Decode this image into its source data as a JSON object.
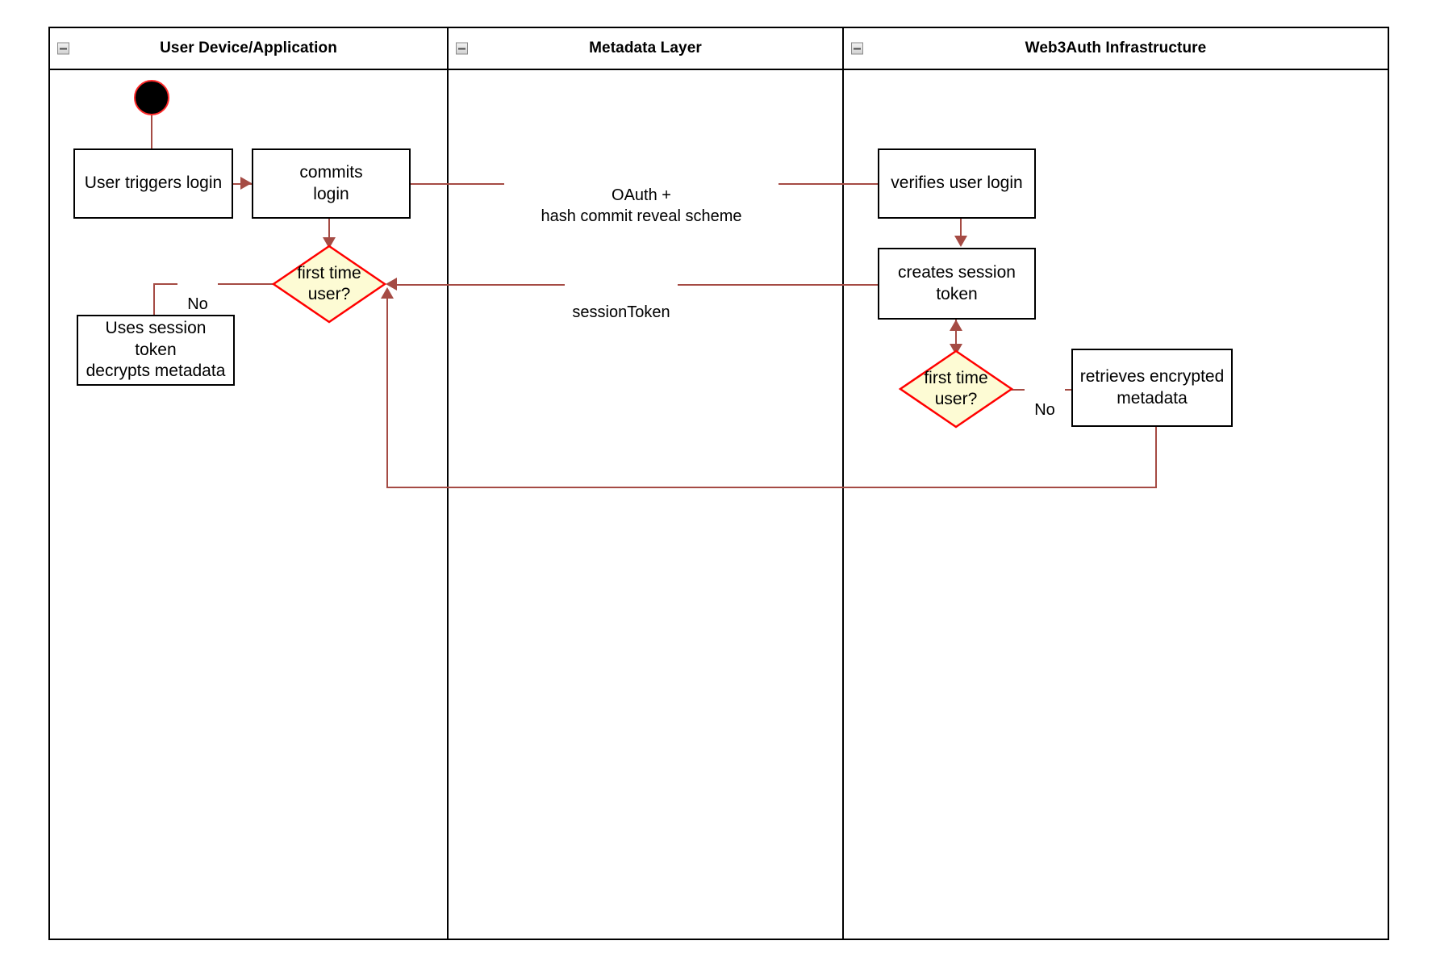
{
  "diagram": {
    "type": "uml-activity-swimlane",
    "title": "Web3Auth login activity diagram",
    "colors": {
      "lane_border": "#000000",
      "node_border": "#000000",
      "node_fill": "#ffffff",
      "decision_border": "#ff0000",
      "decision_fill": "#fdfbd4",
      "connector": "#a54b44",
      "start_node_fill": "#000000",
      "start_node_border": "#ff2a2a",
      "text": "#000000"
    },
    "lanes": [
      {
        "id": "user-device",
        "label": "User Device/Application",
        "collapse_icon": "collapse-minus-icon"
      },
      {
        "id": "metadata-layer",
        "label": "Metadata Layer",
        "collapse_icon": "collapse-minus-icon"
      },
      {
        "id": "web3auth",
        "label": "Web3Auth Infrastructure",
        "collapse_icon": "collapse-minus-icon"
      }
    ],
    "nodes": {
      "start": {
        "shape": "initial-node",
        "label": ""
      },
      "user_triggers_login": {
        "shape": "action",
        "label": "User triggers login",
        "lane": "user-device"
      },
      "commits_login": {
        "shape": "action",
        "label": "commits\nlogin",
        "lane": "user-device"
      },
      "first_time_user_client": {
        "shape": "decision",
        "label": "first time\nuser?",
        "lane": "user-device"
      },
      "uses_session_token": {
        "shape": "action",
        "label": "Uses session\ntoken\ndecrypts metadata",
        "lane": "user-device"
      },
      "verifies_user_login": {
        "shape": "action",
        "label": "verifies user login",
        "lane": "web3auth"
      },
      "creates_session_token": {
        "shape": "action",
        "label": "creates session\ntoken",
        "lane": "web3auth"
      },
      "first_time_user_server": {
        "shape": "decision",
        "label": "first time\nuser?",
        "lane": "web3auth"
      },
      "retrieves_encrypted_metadata": {
        "shape": "action",
        "label": "retrieves encrypted\nmetadata",
        "lane": "web3auth"
      }
    },
    "edge_labels": {
      "oauth": "OAuth +\nhash commit reveal scheme",
      "session_token": "sessionToken",
      "no_client": "No",
      "no_server": "No"
    }
  }
}
